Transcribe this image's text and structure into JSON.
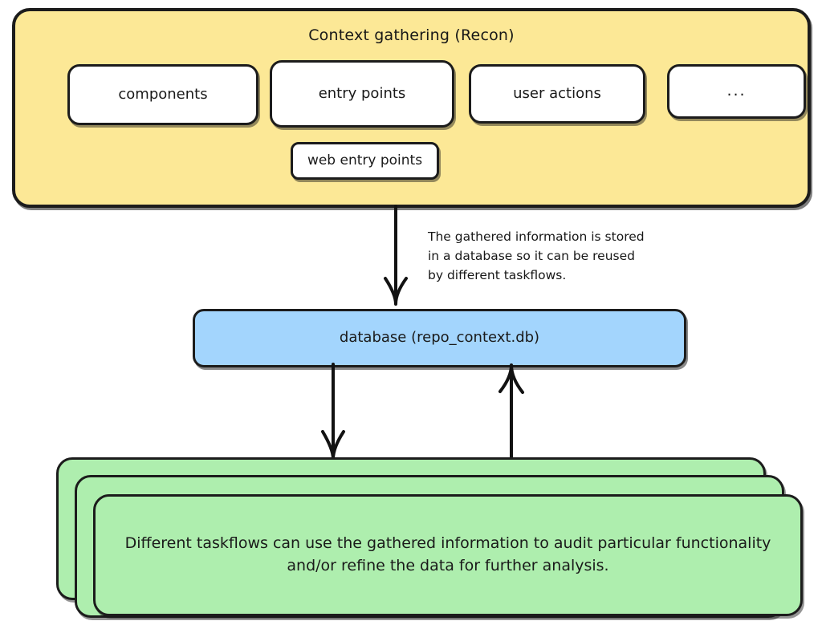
{
  "diagram": {
    "title": "Context gathering (Recon)",
    "recon": {
      "title": "Context gathering (Recon)",
      "cards": [
        {
          "label": "components"
        },
        {
          "label": "entry points"
        },
        {
          "label": "user actions"
        },
        {
          "label": "..."
        },
        {
          "label": "web entry points"
        }
      ],
      "fill_color": "#fce896",
      "card_fill_color": "#ffffff"
    },
    "annotation": {
      "text": "The gathered information is stored\nin a database so it can be reused\nby different taskflows."
    },
    "database": {
      "label": "database (repo_context.db)",
      "fill_color": "#a3d5fd"
    },
    "taskflows": {
      "text": "Different taskflows can use the gathered information to audit particular functionality and/or refine the data for further analysis.",
      "stack_count": 3,
      "fill_color": "#aeeeae"
    },
    "arrows": [
      {
        "name": "recon-to-database",
        "direction": "down"
      },
      {
        "name": "database-to-taskflows",
        "direction": "down"
      },
      {
        "name": "taskflows-to-database",
        "direction": "up"
      }
    ],
    "stroke_color": "#121212"
  }
}
